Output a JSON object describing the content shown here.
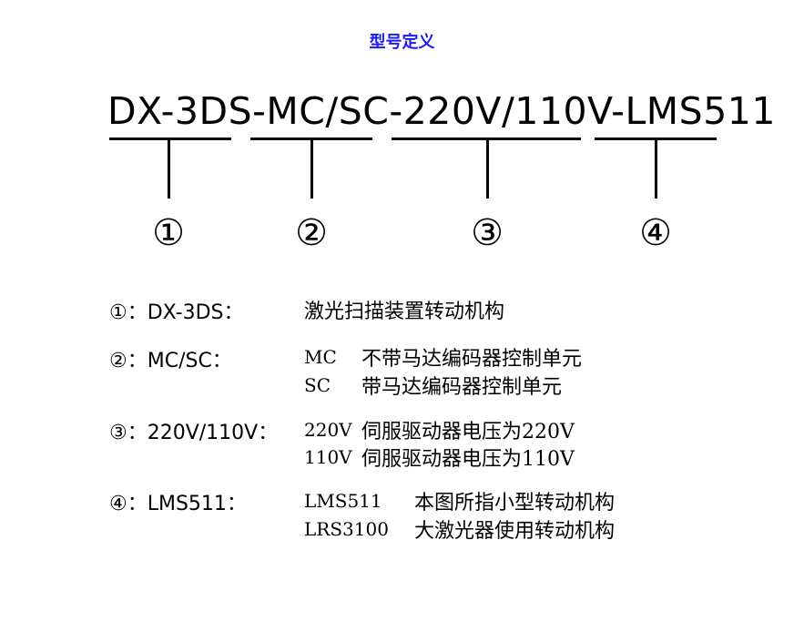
{
  "title": "型号定义",
  "model": {
    "full": "DX-3DS-MC/SC-220V/110V-LMS511"
  },
  "markers": [
    "①",
    "②",
    "③",
    "④"
  ],
  "definitions": [
    {
      "label": "①：DX-3DS：",
      "lines": [
        {
          "code": "",
          "desc": "激光扫描装置转动机构"
        }
      ]
    },
    {
      "label": "②：MC/SC：",
      "lines": [
        {
          "code": "MC",
          "desc": "不带马达编码器控制单元"
        },
        {
          "code": "SC",
          "desc": "带马达编码器控制单元"
        }
      ]
    },
    {
      "label": "③：220V/110V：",
      "lines": [
        {
          "code": "220V",
          "desc": "伺服驱动器电压为220V"
        },
        {
          "code": "110V",
          "desc": "伺服驱动器电压为110V"
        }
      ]
    },
    {
      "label": "④：LMS511：",
      "lines": [
        {
          "code": "LMS511",
          "desc": "本图所指小型转动机构"
        },
        {
          "code": "LRS3100",
          "desc": "大激光器使用转动机构"
        }
      ]
    }
  ]
}
